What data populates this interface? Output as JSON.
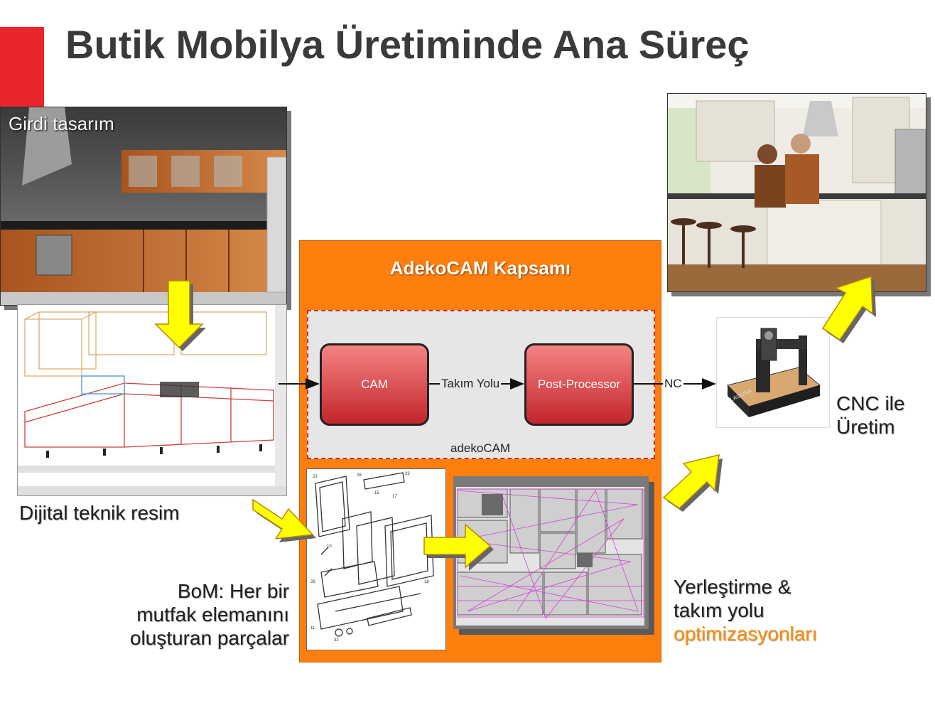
{
  "title": "Butik Mobilya Üretiminde Ana Süreç",
  "colors": {
    "accent_red": "#e8262b",
    "scope_orange": "#ff7f0e",
    "arrow_yellow": "#ffff00",
    "highlight_orange": "#ff8c00"
  },
  "input_design": {
    "label": "Girdi tasarım"
  },
  "technical_drawing": {
    "caption": "Dijital teknik resim"
  },
  "scope": {
    "title": "AdekoCAM Kapsamı",
    "cam_label": "CAM",
    "toolpath_label": "Takım Yolu",
    "postprocessor_label": "Post-Processor",
    "software_label": "adekoCAM",
    "nc_label": "NC"
  },
  "bom": {
    "line1": "BoM: Her bir",
    "line2": "mutfak elemanını",
    "line3": "oluşturan parçalar"
  },
  "nesting": {
    "line1": "Yerleştirme &",
    "line2": "takım yolu",
    "line3": "optimizasyonları"
  },
  "cnc": {
    "line1": "CNC ile",
    "line2": "Üretim",
    "machine_brand": "LAGUNA"
  }
}
